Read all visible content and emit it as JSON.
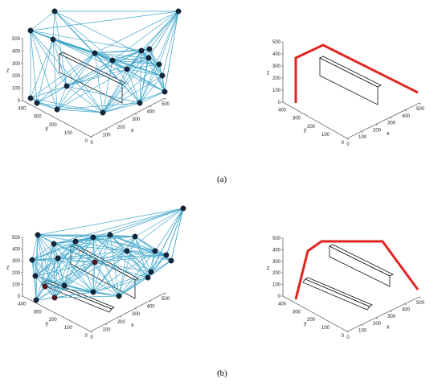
{
  "captions": [
    "(a)",
    "(b)"
  ],
  "axes": {
    "x_label": "x",
    "y_label": "y",
    "z_label": "z",
    "x_ticks": [
      "0",
      "100",
      "200",
      "300",
      "400",
      "500"
    ],
    "y_ticks": [
      "0",
      "100",
      "200",
      "300",
      "400"
    ],
    "z_ticks": [
      "0",
      "100",
      "200",
      "300",
      "400",
      "500"
    ]
  },
  "colors": {
    "edges": "#3aa3c8",
    "nodes": "#13263d",
    "path": "#e32222"
  }
}
